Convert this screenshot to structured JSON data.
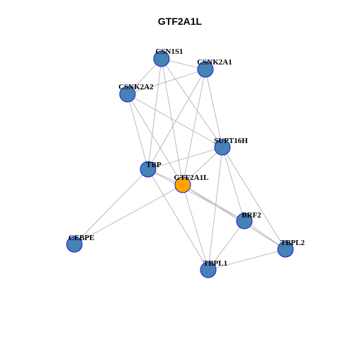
{
  "title": "GTF2A1L",
  "colors": {
    "node_default": "#4682B4",
    "node_focus": "#FFA500",
    "node_border": "#1A1AD8",
    "edge": "#B4B4B4"
  },
  "nodes": [
    {
      "id": "CSN1S1",
      "label": "CSN1S1",
      "focus": false
    },
    {
      "id": "CSNK2A1",
      "label": "CSNK2A1",
      "focus": false
    },
    {
      "id": "CSNK2A2",
      "label": "CSNK2A2",
      "focus": false
    },
    {
      "id": "SUPT16H",
      "label": "SUPT16H",
      "focus": false
    },
    {
      "id": "TBP",
      "label": "TBP",
      "focus": false
    },
    {
      "id": "GTF2A1L",
      "label": "GTF2A1L",
      "focus": true
    },
    {
      "id": "BRF2",
      "label": "BRF2",
      "focus": false
    },
    {
      "id": "CEBPE",
      "label": "CEBPE",
      "focus": false
    },
    {
      "id": "TBPL2",
      "label": "TBPL2",
      "focus": false
    },
    {
      "id": "TBPL1",
      "label": "TBPL1",
      "focus": false
    }
  ],
  "edges": [
    [
      "CSN1S1",
      "CSNK2A1"
    ],
    [
      "CSN1S1",
      "CSNK2A2"
    ],
    [
      "CSN1S1",
      "TBP"
    ],
    [
      "CSN1S1",
      "GTF2A1L"
    ],
    [
      "CSN1S1",
      "SUPT16H"
    ],
    [
      "CSNK2A1",
      "CSNK2A2"
    ],
    [
      "CSNK2A1",
      "TBP"
    ],
    [
      "CSNK2A1",
      "GTF2A1L"
    ],
    [
      "CSNK2A1",
      "SUPT16H"
    ],
    [
      "CSNK2A2",
      "TBP"
    ],
    [
      "CSNK2A2",
      "GTF2A1L"
    ],
    [
      "CSNK2A2",
      "SUPT16H"
    ],
    [
      "SUPT16H",
      "TBP"
    ],
    [
      "SUPT16H",
      "GTF2A1L"
    ],
    [
      "SUPT16H",
      "BRF2"
    ],
    [
      "SUPT16H",
      "TBPL2"
    ],
    [
      "SUPT16H",
      "TBPL1"
    ],
    [
      "TBP",
      "GTF2A1L"
    ],
    [
      "TBP",
      "BRF2"
    ],
    [
      "TBP",
      "CEBPE"
    ],
    [
      "TBP",
      "TBPL1"
    ],
    [
      "GTF2A1L",
      "BRF2"
    ],
    [
      "GTF2A1L",
      "TBPL2"
    ],
    [
      "GTF2A1L",
      "TBPL1"
    ],
    [
      "GTF2A1L",
      "CEBPE"
    ],
    [
      "BRF2",
      "TBPL2"
    ],
    [
      "BRF2",
      "TBPL1"
    ],
    [
      "TBPL2",
      "TBPL1"
    ]
  ]
}
